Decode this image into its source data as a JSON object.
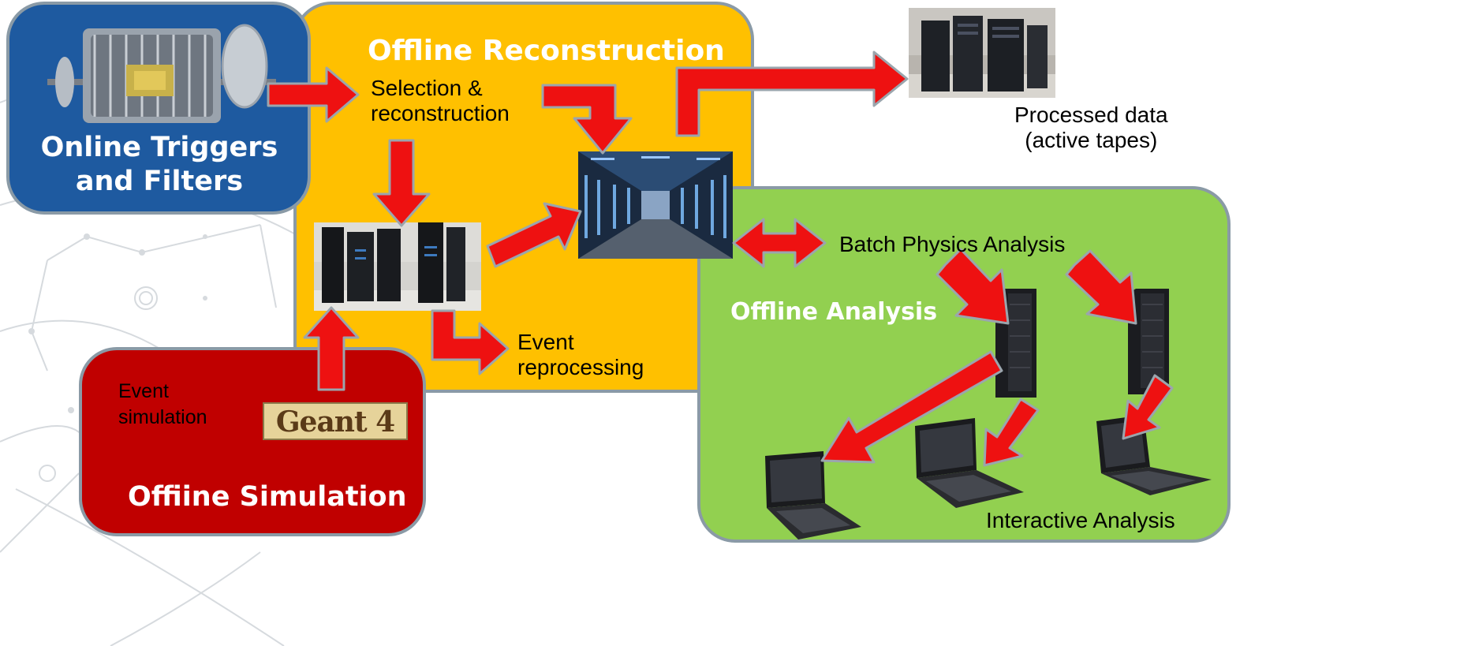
{
  "colors": {
    "online_panel": "#1e5aa0",
    "reconstruction_panel": "#ffc000",
    "simulation_panel": "#c00000",
    "analysis_panel": "#92d050",
    "panel_border": "#8a9aa6",
    "arrow_fill": "#ee1111",
    "title_text": "#ffffff"
  },
  "online": {
    "title_line1": "Online Triggers",
    "title_line2": "and Filters",
    "image_icon": "detector-image"
  },
  "reconstruction": {
    "title": "Offline Reconstruction",
    "selection_line1": "Selection &",
    "selection_line2": "reconstruction",
    "reprocessing_line1": "Event",
    "reprocessing_line2": "reprocessing",
    "cluster_icon": "computer-room-image",
    "datacenter_icon": "datacenter-aisle-image"
  },
  "storage": {
    "label_line1": "Processed data",
    "label_line2": "(active tapes)",
    "image_icon": "tape-storage-image"
  },
  "simulation": {
    "title": "Offiine Simulation",
    "event_line1": "Event",
    "event_line2": "simulation",
    "geant_logo": "Geant 4"
  },
  "analysis": {
    "title": "Offline Analysis",
    "batch_label": "Batch Physics Analysis",
    "interactive_label": "Interactive Analysis",
    "server_icon": "tower-server-icon",
    "laptop_icon": "laptop-icon"
  }
}
